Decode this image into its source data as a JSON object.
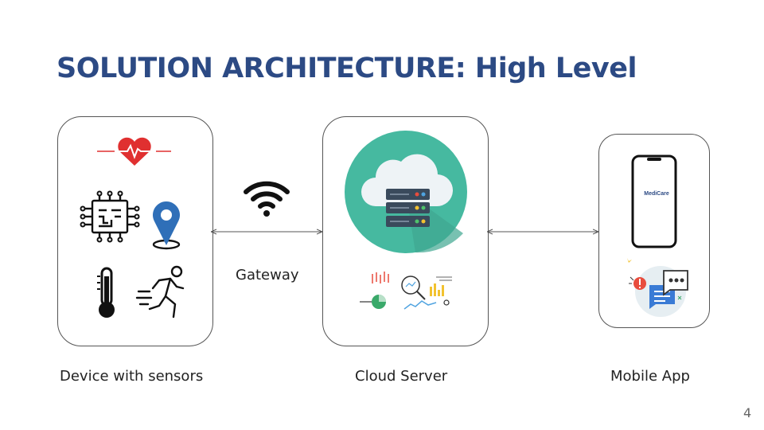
{
  "slide": {
    "title": "SOLUTION ARCHITECTURE: High Level",
    "page_number": "4"
  },
  "nodes": {
    "device": {
      "caption": "Device with sensors",
      "icons": [
        "heartbeat-icon",
        "chip-icon",
        "location-pin-icon",
        "thermometer-icon",
        "running-person-icon"
      ]
    },
    "cloud": {
      "caption": "Cloud Server",
      "icons": [
        "cloud-server-icon",
        "analytics-icon"
      ]
    },
    "mobile": {
      "caption": "Mobile App",
      "app_name": "MediCare",
      "icons": [
        "smartphone-icon",
        "notification-chat-icon"
      ]
    }
  },
  "connectors": {
    "gateway_label": "Gateway",
    "gateway_icon": "wifi-icon"
  },
  "colors": {
    "title": "#2c4a84",
    "heart": "#e03030",
    "pin": "#2f6fb8",
    "cloud_circle": "#46b9a0",
    "server": "#3a4a5c"
  }
}
